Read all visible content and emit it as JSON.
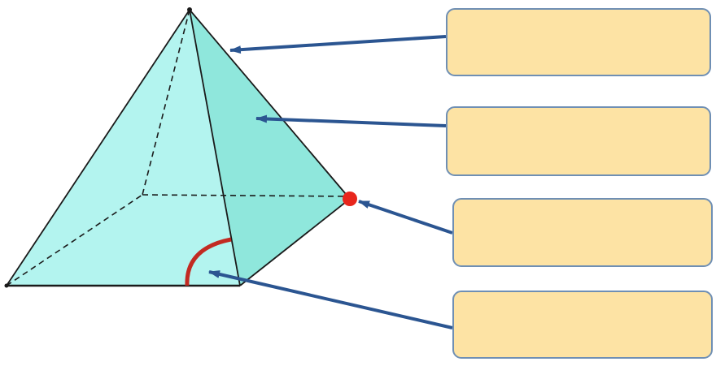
{
  "diagram": {
    "colors": {
      "face_front": "#b3f4ef",
      "face_side": "#8fe7dc",
      "edge": "#1a1a1a",
      "arrow": "#2b5591",
      "angle_arc": "#c22a22",
      "vertex_dot": "#e8261c",
      "box_fill": "#fde3a4",
      "box_border": "#6f8fb4"
    },
    "label_boxes": [
      {
        "id": "apex",
        "text": ""
      },
      {
        "id": "face",
        "text": ""
      },
      {
        "id": "vertex",
        "text": ""
      },
      {
        "id": "angle",
        "text": ""
      }
    ]
  }
}
